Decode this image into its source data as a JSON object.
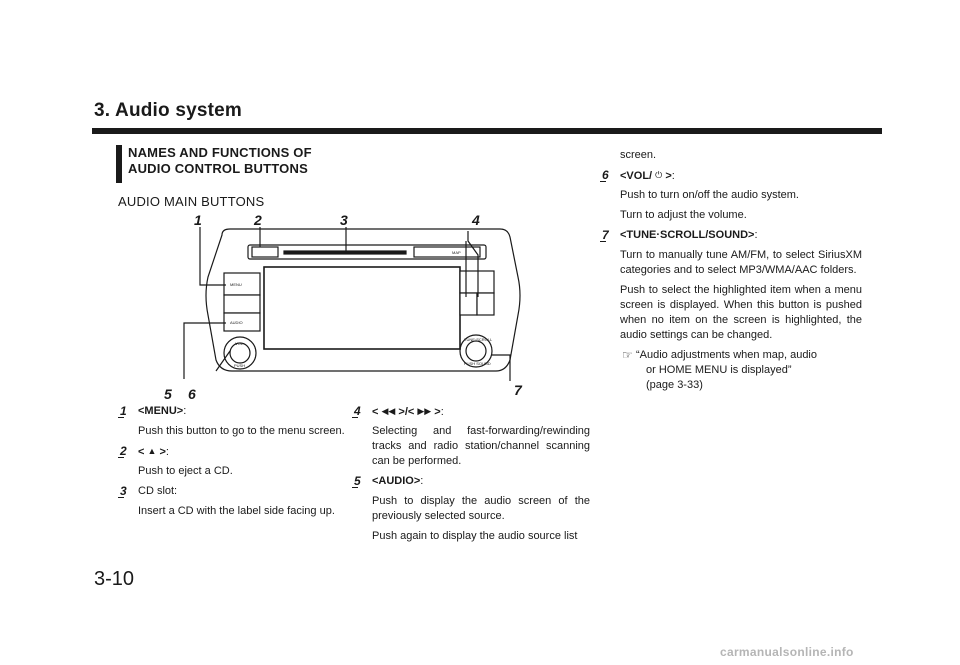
{
  "header": {
    "chapter_title": "3. Audio system"
  },
  "section": {
    "title_line1": "NAMES AND FUNCTIONS OF",
    "title_line2": "AUDIO CONTROL BUTTONS",
    "subtitle": "AUDIO MAIN BUTTONS"
  },
  "figure": {
    "callouts": [
      "1",
      "2",
      "3",
      "4",
      "5",
      "6",
      "7"
    ],
    "unit_labels": {
      "menu": "MENU",
      "audio": "AUDIO",
      "map": "MAP",
      "vol": "VOL",
      "push": "PUSH",
      "tune": "TUNE·SCROLL",
      "sound": "PUSH SOUND"
    }
  },
  "items": [
    {
      "num": "1",
      "label": "<MENU>",
      "suffix": ":",
      "desc": [
        "Push this button to go to the menu screen."
      ]
    },
    {
      "num": "2",
      "label_prefix": "<",
      "label_icon": "▲",
      "label_suffix": ">",
      "suffix": ":",
      "desc": [
        "Push to eject a CD."
      ]
    },
    {
      "num": "3",
      "label": "CD slot:",
      "desc": [
        "Insert a CD with the label side facing up."
      ]
    },
    {
      "num": "4",
      "label_prefix": "<",
      "label_icon_a": "◀◀",
      "label_mid": ">/<",
      "label_icon_b": "▶▶",
      "label_suffix": ">",
      "suffix": ":",
      "desc": [
        "Selecting and fast-forwarding/rewinding tracks and radio station/channel scanning can be performed."
      ]
    },
    {
      "num": "5",
      "label": "<AUDIO>",
      "suffix": ":",
      "desc": [
        "Push to display the audio screen of the previously selected source.",
        "Push again to display the audio source list"
      ]
    },
    {
      "num": "6",
      "label_prefix": "<VOL/",
      "label_icon": "⏻",
      "label_suffix": ">",
      "suffix": ":",
      "desc": [
        "Push to turn on/off the audio system.",
        "Turn to adjust the volume."
      ]
    },
    {
      "num": "7",
      "label": "<TUNE·SCROLL/SOUND>",
      "suffix": ":",
      "desc": [
        "Turn to manually tune AM/FM, to select SiriusXM categories and to select MP3/WMA/AAC folders.",
        "Push to select the highlighted item when a menu screen is displayed. When this button is pushed when no item on the screen is highlighted, the audio settings can be changed."
      ],
      "reference": {
        "line1": "“Audio adjustments when map, audio",
        "line2": "or HOME MENU is displayed”",
        "line3": "(page 3-33)"
      }
    }
  ],
  "continuation": "screen.",
  "footer": {
    "page_number": "3-10",
    "watermark": "carmanualsonline.info"
  },
  "icons": {
    "reference": "hand-pointer-icon"
  },
  "colors": {
    "text": "#1a1a1a",
    "watermark": "#b5b5b5"
  }
}
